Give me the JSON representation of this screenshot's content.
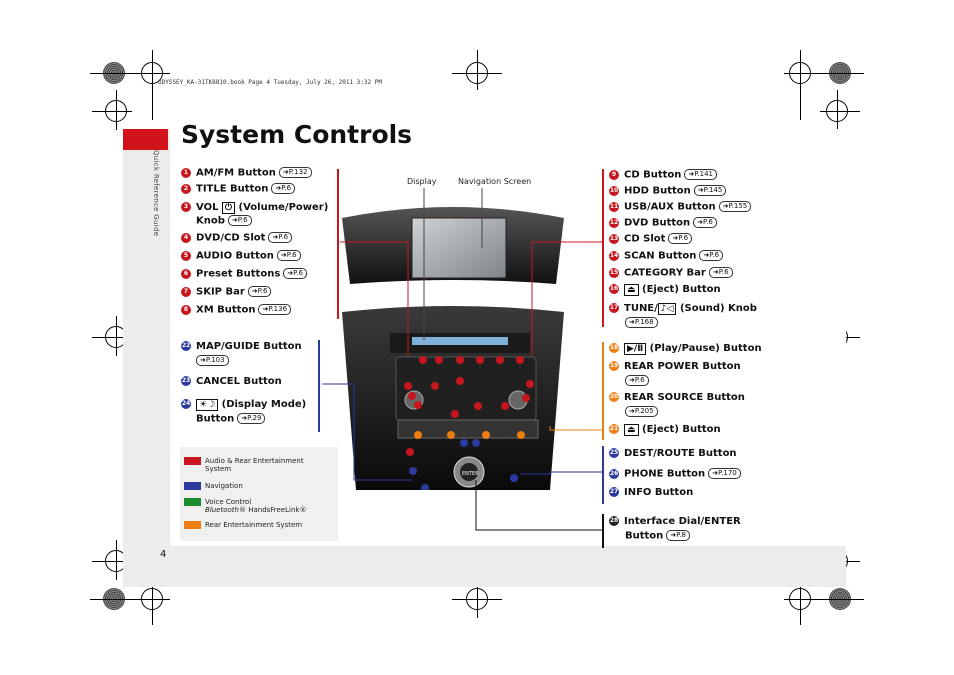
{
  "header_line": "ODYSSEY_KA-31TK8810.book  Page 4  Tuesday, July 26, 2011  3:32 PM",
  "title": "System Controls",
  "side_label": "Quick Reference Guide",
  "page_number": "4",
  "captions": {
    "display": "Display",
    "navigation_screen": "Navigation Screen"
  },
  "left_red_items": [
    {
      "n": "1",
      "label": "AM/FM Button",
      "ref": "P.132"
    },
    {
      "n": "2",
      "label": "TITLE Button",
      "ref": "P.6"
    },
    {
      "n": "3",
      "label": "VOL",
      "label2": "(Volume/Power)",
      "label3": "Knob",
      "ref": "P.6"
    },
    {
      "n": "4",
      "label": "DVD/CD Slot",
      "ref": "P.6"
    },
    {
      "n": "5",
      "label": "AUDIO Button",
      "ref": "P.6"
    },
    {
      "n": "6",
      "label": "Preset Buttons",
      "ref": "P.6"
    },
    {
      "n": "7",
      "label": "SKIP Bar",
      "ref": "P.6"
    },
    {
      "n": "8",
      "label": "XM Button",
      "ref": "P.136"
    }
  ],
  "left_blue_items": [
    {
      "n": "22",
      "label": "MAP/GUIDE Button",
      "ref": "P.103"
    },
    {
      "n": "23",
      "label": "CANCEL Button"
    },
    {
      "n": "24",
      "label": "(Display Mode)",
      "label2": "Button",
      "ref": "P.29"
    }
  ],
  "right_red_items": [
    {
      "n": "9",
      "label": "CD Button",
      "ref": "P.141"
    },
    {
      "n": "10",
      "label": "HDD Button",
      "ref": "P.145"
    },
    {
      "n": "11",
      "label": "USB/AUX Button",
      "ref": "P.155"
    },
    {
      "n": "12",
      "label": "DVD Button",
      "ref": "P.6"
    },
    {
      "n": "13",
      "label": "CD Slot",
      "ref": "P.6"
    },
    {
      "n": "14",
      "label": "SCAN Button",
      "ref": "P.6"
    },
    {
      "n": "15",
      "label": "CATEGORY Bar",
      "ref": "P.6"
    },
    {
      "n": "16",
      "label": "(Eject) Button"
    },
    {
      "n": "17",
      "label": "TUNE/",
      "label2": "(Sound) Knob",
      "ref": "P.168"
    }
  ],
  "right_orange_items": [
    {
      "n": "18",
      "label": "(Play/Pause) Button"
    },
    {
      "n": "19",
      "label": "REAR POWER Button",
      "ref": "P.6"
    },
    {
      "n": "20",
      "label": "REAR SOURCE Button",
      "ref": "P.205"
    },
    {
      "n": "21",
      "label": "(Eject) Button"
    }
  ],
  "right_blue_items": [
    {
      "n": "25",
      "label": "DEST/ROUTE Button"
    },
    {
      "n": "26",
      "label": "PHONE Button",
      "ref": "P.170"
    },
    {
      "n": "27",
      "label": "INFO Button"
    }
  ],
  "right_dark_items": [
    {
      "n": "28",
      "label": "Interface Dial/ENTER",
      "label2": "Button",
      "ref": "P.8"
    }
  ],
  "legend": [
    {
      "color": "#c8161e",
      "label": "Audio & Rear Entertainment",
      "label2": "System"
    },
    {
      "color": "#2b3a9e",
      "label": "Navigation"
    },
    {
      "color": "#1d8a2e",
      "label": "Voice Control",
      "label2_italic": "Bluetooth",
      "label2_rest": "® HandsFreeLink®"
    },
    {
      "color": "#ee7d12",
      "label": "Rear Entertainment System"
    }
  ],
  "dash_labels": {
    "enter": "ENTER"
  },
  "colors": {
    "red": "#c8161e",
    "blue": "#2b3a9e",
    "orange": "#ee7d12",
    "green": "#1d8a2e"
  }
}
